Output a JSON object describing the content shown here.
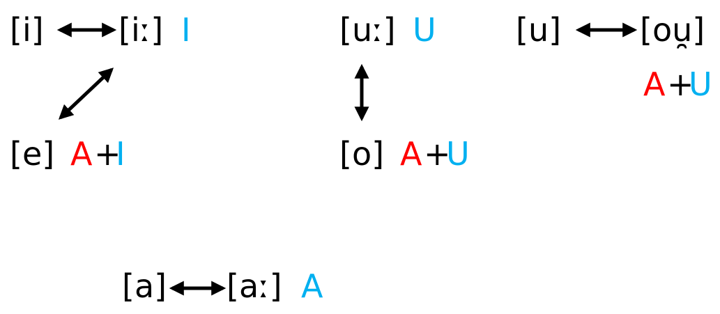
{
  "colors": {
    "black": "#000000",
    "red": "#ff0000",
    "blue": "#00b0f0"
  },
  "nodes": {
    "i_short": "[i]",
    "i_long": "[iː]",
    "i_long_element": "I",
    "e": "[e]",
    "e_element_a": "A",
    "e_plus": "+",
    "e_element_i": "I",
    "u_long": "[uː]",
    "u_long_element": "U",
    "o": "[o]",
    "o_element_a": "A",
    "o_plus": "+",
    "o_element_u": "U",
    "u_short": "[u]",
    "ou": "[ou̯]",
    "ou_element_a": "A",
    "ou_plus": "+",
    "ou_element_u": "U",
    "a_short": "[a]",
    "a_long": "[aː]",
    "a_long_element": "A"
  }
}
